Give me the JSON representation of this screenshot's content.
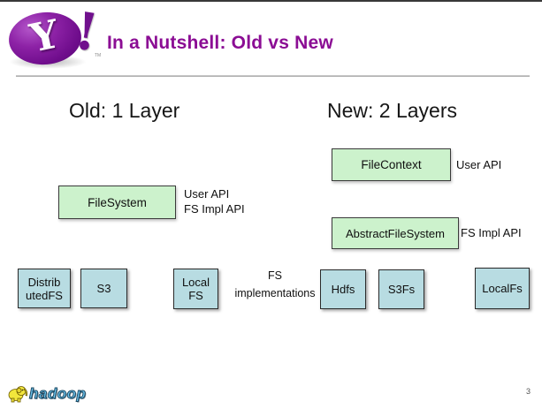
{
  "header": {
    "title": "In a Nutshell: Old vs New"
  },
  "yahoo": {
    "letter": "Y",
    "exclamation": "!",
    "tm": "TM"
  },
  "sections": {
    "old": {
      "heading": "Old: 1 Layer",
      "box_label": "FileSystem",
      "api_line1": "User API",
      "api_line2": "FS Impl API"
    },
    "new": {
      "heading": "New: 2 Layers",
      "user_box_label": "FileContext",
      "user_api_label": "User API",
      "impl_box_label": "AbstractFileSystem",
      "impl_api_label": "FS Impl API"
    }
  },
  "implementations": {
    "caption_line1": "FS",
    "caption_line2": "implementations",
    "distributedfs_line1": "Distrib",
    "distributedfs_line2": "utedFS",
    "s3": "S3",
    "localfs_old_line1": "Local",
    "localfs_old_line2": "FS",
    "hdfs": "Hdfs",
    "s3fs": "S3Fs",
    "localfs_new": "LocalFs"
  },
  "footer": {
    "hadoop": "hadoop",
    "page_number": "3"
  },
  "colors": {
    "title_purple": "#8b0d94",
    "yahoo_purple": "#70108d",
    "green_box": "#ccf2cc",
    "blue_box": "#b8dce2",
    "hadoop_blue": "#6cc4ee"
  }
}
